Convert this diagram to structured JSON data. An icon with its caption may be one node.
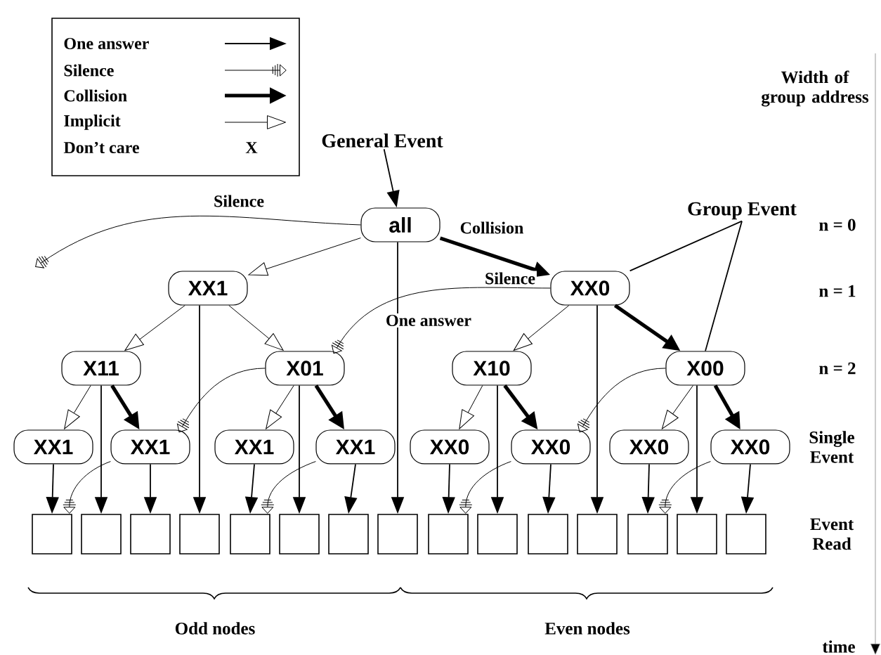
{
  "diagram": {
    "nodes": [
      {
        "text": [
          "General Event"
        ]
      },
      {
        "text": [
          "all"
        ]
      },
      {
        "text": [
          "XX1"
        ]
      },
      {
        "text": [
          "XX0"
        ]
      },
      {
        "text": [
          "X11"
        ]
      },
      {
        "text": [
          "X01"
        ]
      },
      {
        "text": [
          "X10"
        ]
      },
      {
        "text": [
          "X00"
        ]
      },
      {
        "text": [
          "XX1"
        ]
      },
      {
        "text": [
          "XX1"
        ]
      },
      {
        "text": [
          "XX1"
        ]
      },
      {
        "text": [
          "XX1"
        ]
      },
      {
        "text": [
          "XX0"
        ]
      },
      {
        "text": [
          "XX0"
        ]
      },
      {
        "text": [
          "XX0"
        ]
      },
      {
        "text": [
          "XX0"
        ]
      },
      {
        "text": [],
        "shape": "box"
      },
      {
        "text": [],
        "shape": "box"
      },
      {
        "text": [],
        "shape": "box"
      },
      {
        "text": [],
        "shape": "box"
      },
      {
        "text": [],
        "shape": "box"
      },
      {
        "text": [],
        "shape": "box"
      },
      {
        "text": [],
        "shape": "box"
      },
      {
        "text": [],
        "shape": "box"
      },
      {
        "text": [],
        "shape": "box"
      },
      {
        "text": [],
        "shape": "box"
      },
      {
        "text": [],
        "shape": "box"
      },
      {
        "text": [],
        "shape": "box"
      },
      {
        "text": [],
        "shape": "box"
      },
      {
        "text": [],
        "shape": "box"
      },
      {
        "text": [],
        "shape": "box"
      },
      {
        "text": [
          "Group Event"
        ]
      }
    ],
    "edges": [
      {
        "from": 0,
        "to": 1,
        "arrow": "to"
      },
      {
        "from": 1,
        "to": null,
        "arrow": "to",
        "label": "Silence"
      },
      {
        "from": 1,
        "to": 2,
        "arrow": "to"
      },
      {
        "from": 1,
        "to": 3,
        "arrow": "to",
        "style": "thick",
        "label": "Collision"
      },
      {
        "from": 1,
        "to": 23,
        "arrow": "to",
        "label": "One answer"
      },
      {
        "from": 2,
        "to": 4,
        "arrow": "to"
      },
      {
        "from": 2,
        "to": 5,
        "arrow": "to"
      },
      {
        "from": 2,
        "to": 19,
        "arrow": "to"
      },
      {
        "from": 3,
        "to": 5,
        "arrow": "to",
        "label": "Silence"
      },
      {
        "from": 3,
        "to": 6,
        "arrow": "to"
      },
      {
        "from": 3,
        "to": 7,
        "arrow": "to",
        "style": "thick"
      },
      {
        "from": 3,
        "to": 27,
        "arrow": "to"
      },
      {
        "from": 4,
        "to": 8,
        "arrow": "to"
      },
      {
        "from": 4,
        "to": 9,
        "arrow": "to",
        "style": "thick"
      },
      {
        "from": 4,
        "to": 17,
        "arrow": "to"
      },
      {
        "from": 5,
        "to": 9,
        "arrow": "to"
      },
      {
        "from": 5,
        "to": 10,
        "arrow": "to"
      },
      {
        "from": 5,
        "to": 11,
        "arrow": "to",
        "style": "thick"
      },
      {
        "from": 5,
        "to": 21,
        "arrow": "to"
      },
      {
        "from": 6,
        "to": 12,
        "arrow": "to"
      },
      {
        "from": 6,
        "to": 13,
        "arrow": "to",
        "style": "thick"
      },
      {
        "from": 6,
        "to": 25,
        "arrow": "to"
      },
      {
        "from": 7,
        "to": 13,
        "arrow": "to"
      },
      {
        "from": 7,
        "to": 14,
        "arrow": "to"
      },
      {
        "from": 7,
        "to": 15,
        "arrow": "to",
        "style": "thick"
      },
      {
        "from": 7,
        "to": 29,
        "arrow": "to"
      },
      {
        "from": 8,
        "to": 16,
        "arrow": "to"
      },
      {
        "from": 9,
        "to": 18,
        "arrow": "to"
      },
      {
        "from": 10,
        "to": 20,
        "arrow": "to"
      },
      {
        "from": 11,
        "to": 22,
        "arrow": "to"
      },
      {
        "from": 12,
        "to": 24,
        "arrow": "to"
      },
      {
        "from": 13,
        "to": 26,
        "arrow": "to"
      },
      {
        "from": 14,
        "to": 28,
        "arrow": "to"
      },
      {
        "from": 15,
        "to": 30,
        "arrow": "to"
      },
      {
        "from": 9,
        "to": 16,
        "arrow": "to"
      },
      {
        "from": 11,
        "to": 20,
        "arrow": "to"
      },
      {
        "from": 13,
        "to": 24,
        "arrow": "to"
      },
      {
        "from": 15,
        "to": 28,
        "arrow": "to"
      },
      {
        "from": 31,
        "to": 3,
        "arrow": "none"
      },
      {
        "from": 31,
        "to": 7,
        "arrow": "none"
      }
    ],
    "labels": [
      "X",
      "Width of group address",
      "n = 0",
      "n = 1",
      "n = 2",
      "Single Event",
      "Event Read",
      "Odd nodes",
      "Even nodes",
      "time"
    ],
    "legend": [
      {
        "text": "One answer"
      },
      {
        "text": "Silence"
      },
      {
        "text": "Collision"
      },
      {
        "text": "Implicit"
      },
      {
        "text": "Don’t care"
      }
    ]
  }
}
